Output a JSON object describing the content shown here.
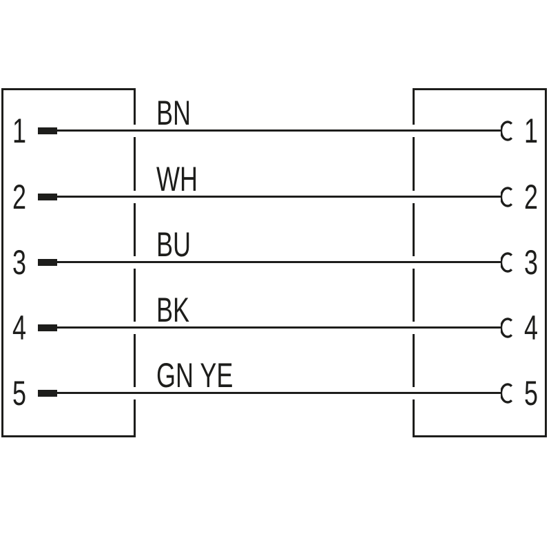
{
  "colors": {
    "line": "#1d1d1b",
    "background": "#ffffff"
  },
  "diagram": {
    "kind": "connector-pinout-wiring",
    "left_connector": {
      "pin_style": "male-pin",
      "pins": [
        "1",
        "2",
        "3",
        "4",
        "5"
      ]
    },
    "right_connector": {
      "pin_style": "female-socket",
      "pins": [
        "1",
        "2",
        "3",
        "4",
        "5"
      ]
    },
    "wires": [
      {
        "color_code": "BN",
        "left_pin": "1",
        "right_pin": "1"
      },
      {
        "color_code": "WH",
        "left_pin": "2",
        "right_pin": "2"
      },
      {
        "color_code": "BU",
        "left_pin": "3",
        "right_pin": "3"
      },
      {
        "color_code": "BK",
        "left_pin": "4",
        "right_pin": "4"
      },
      {
        "color_code": "GN YE",
        "left_pin": "5",
        "right_pin": "5"
      }
    ]
  }
}
